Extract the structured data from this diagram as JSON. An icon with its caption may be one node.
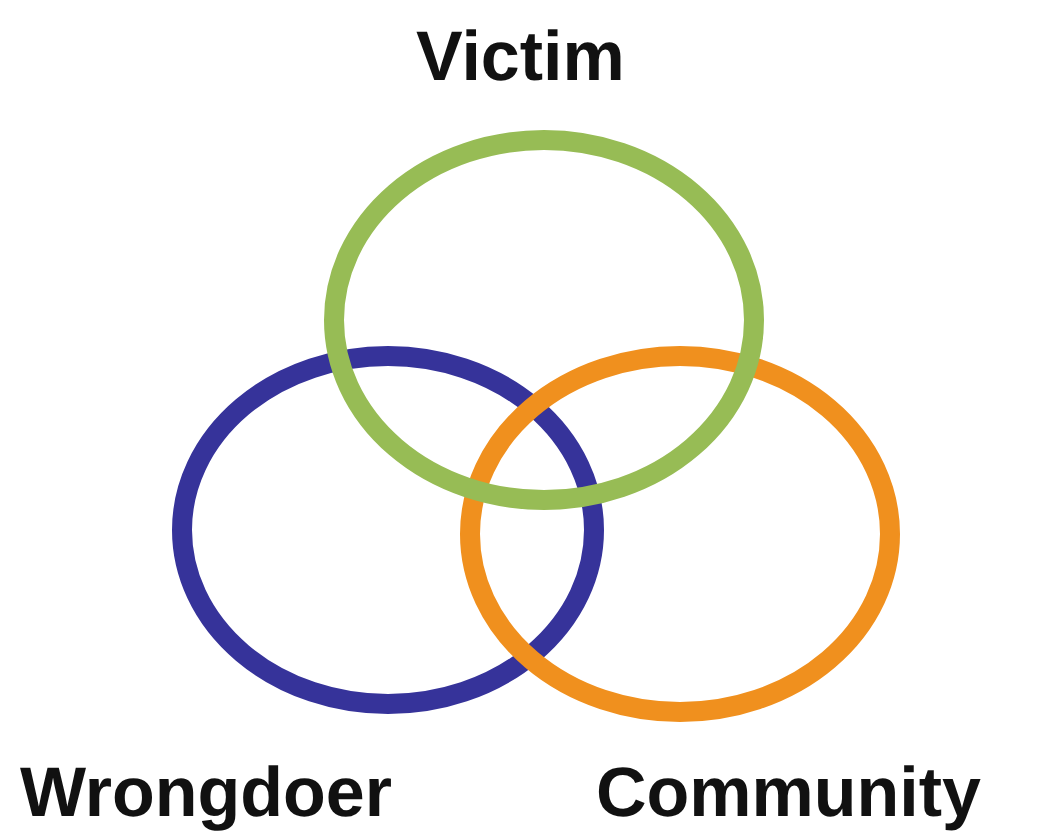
{
  "diagram": {
    "nodes": [
      {
        "text": [
          "Victim"
        ]
      },
      {
        "text": [
          "Wrongdoer"
        ]
      },
      {
        "text": [
          "Community"
        ]
      }
    ]
  }
}
